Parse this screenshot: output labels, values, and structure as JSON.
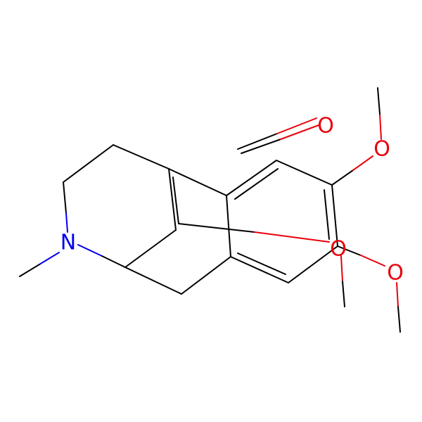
{
  "colors": {
    "carbon_bond": "#000000",
    "oxygen": "#e8000b",
    "nitrogen": "#0000ee",
    "background": "#ffffff"
  },
  "atoms": {
    "o_carbonyl": "O",
    "o_methoxy_upper": "O",
    "o_ring_ether": "O",
    "o_methoxy_lower": "O",
    "n_amine": "N"
  }
}
